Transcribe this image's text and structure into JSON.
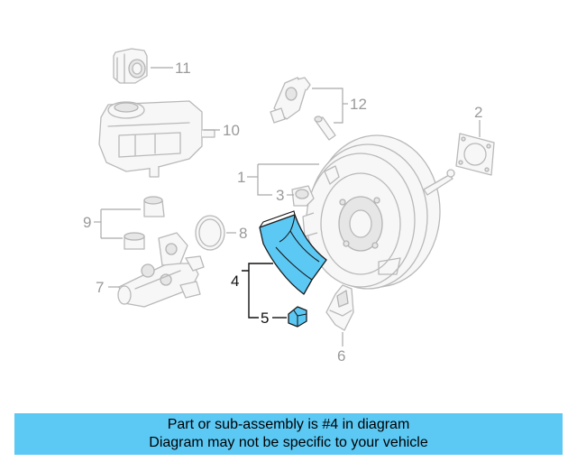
{
  "callouts": {
    "c1": "1",
    "c2": "2",
    "c3": "3",
    "c4": "4",
    "c5": "5",
    "c6": "6",
    "c7": "7",
    "c8": "8",
    "c9": "9",
    "c10": "10",
    "c11": "11",
    "c12": "12"
  },
  "banner": {
    "line1": "Part or sub-assembly is #4 in diagram",
    "line2": "Diagram may not be specific to your vehicle"
  },
  "colors": {
    "highlight": "#5cc8f4",
    "banner_bg": "#5cc8f4",
    "ghost_line": "#b9b9b9"
  }
}
